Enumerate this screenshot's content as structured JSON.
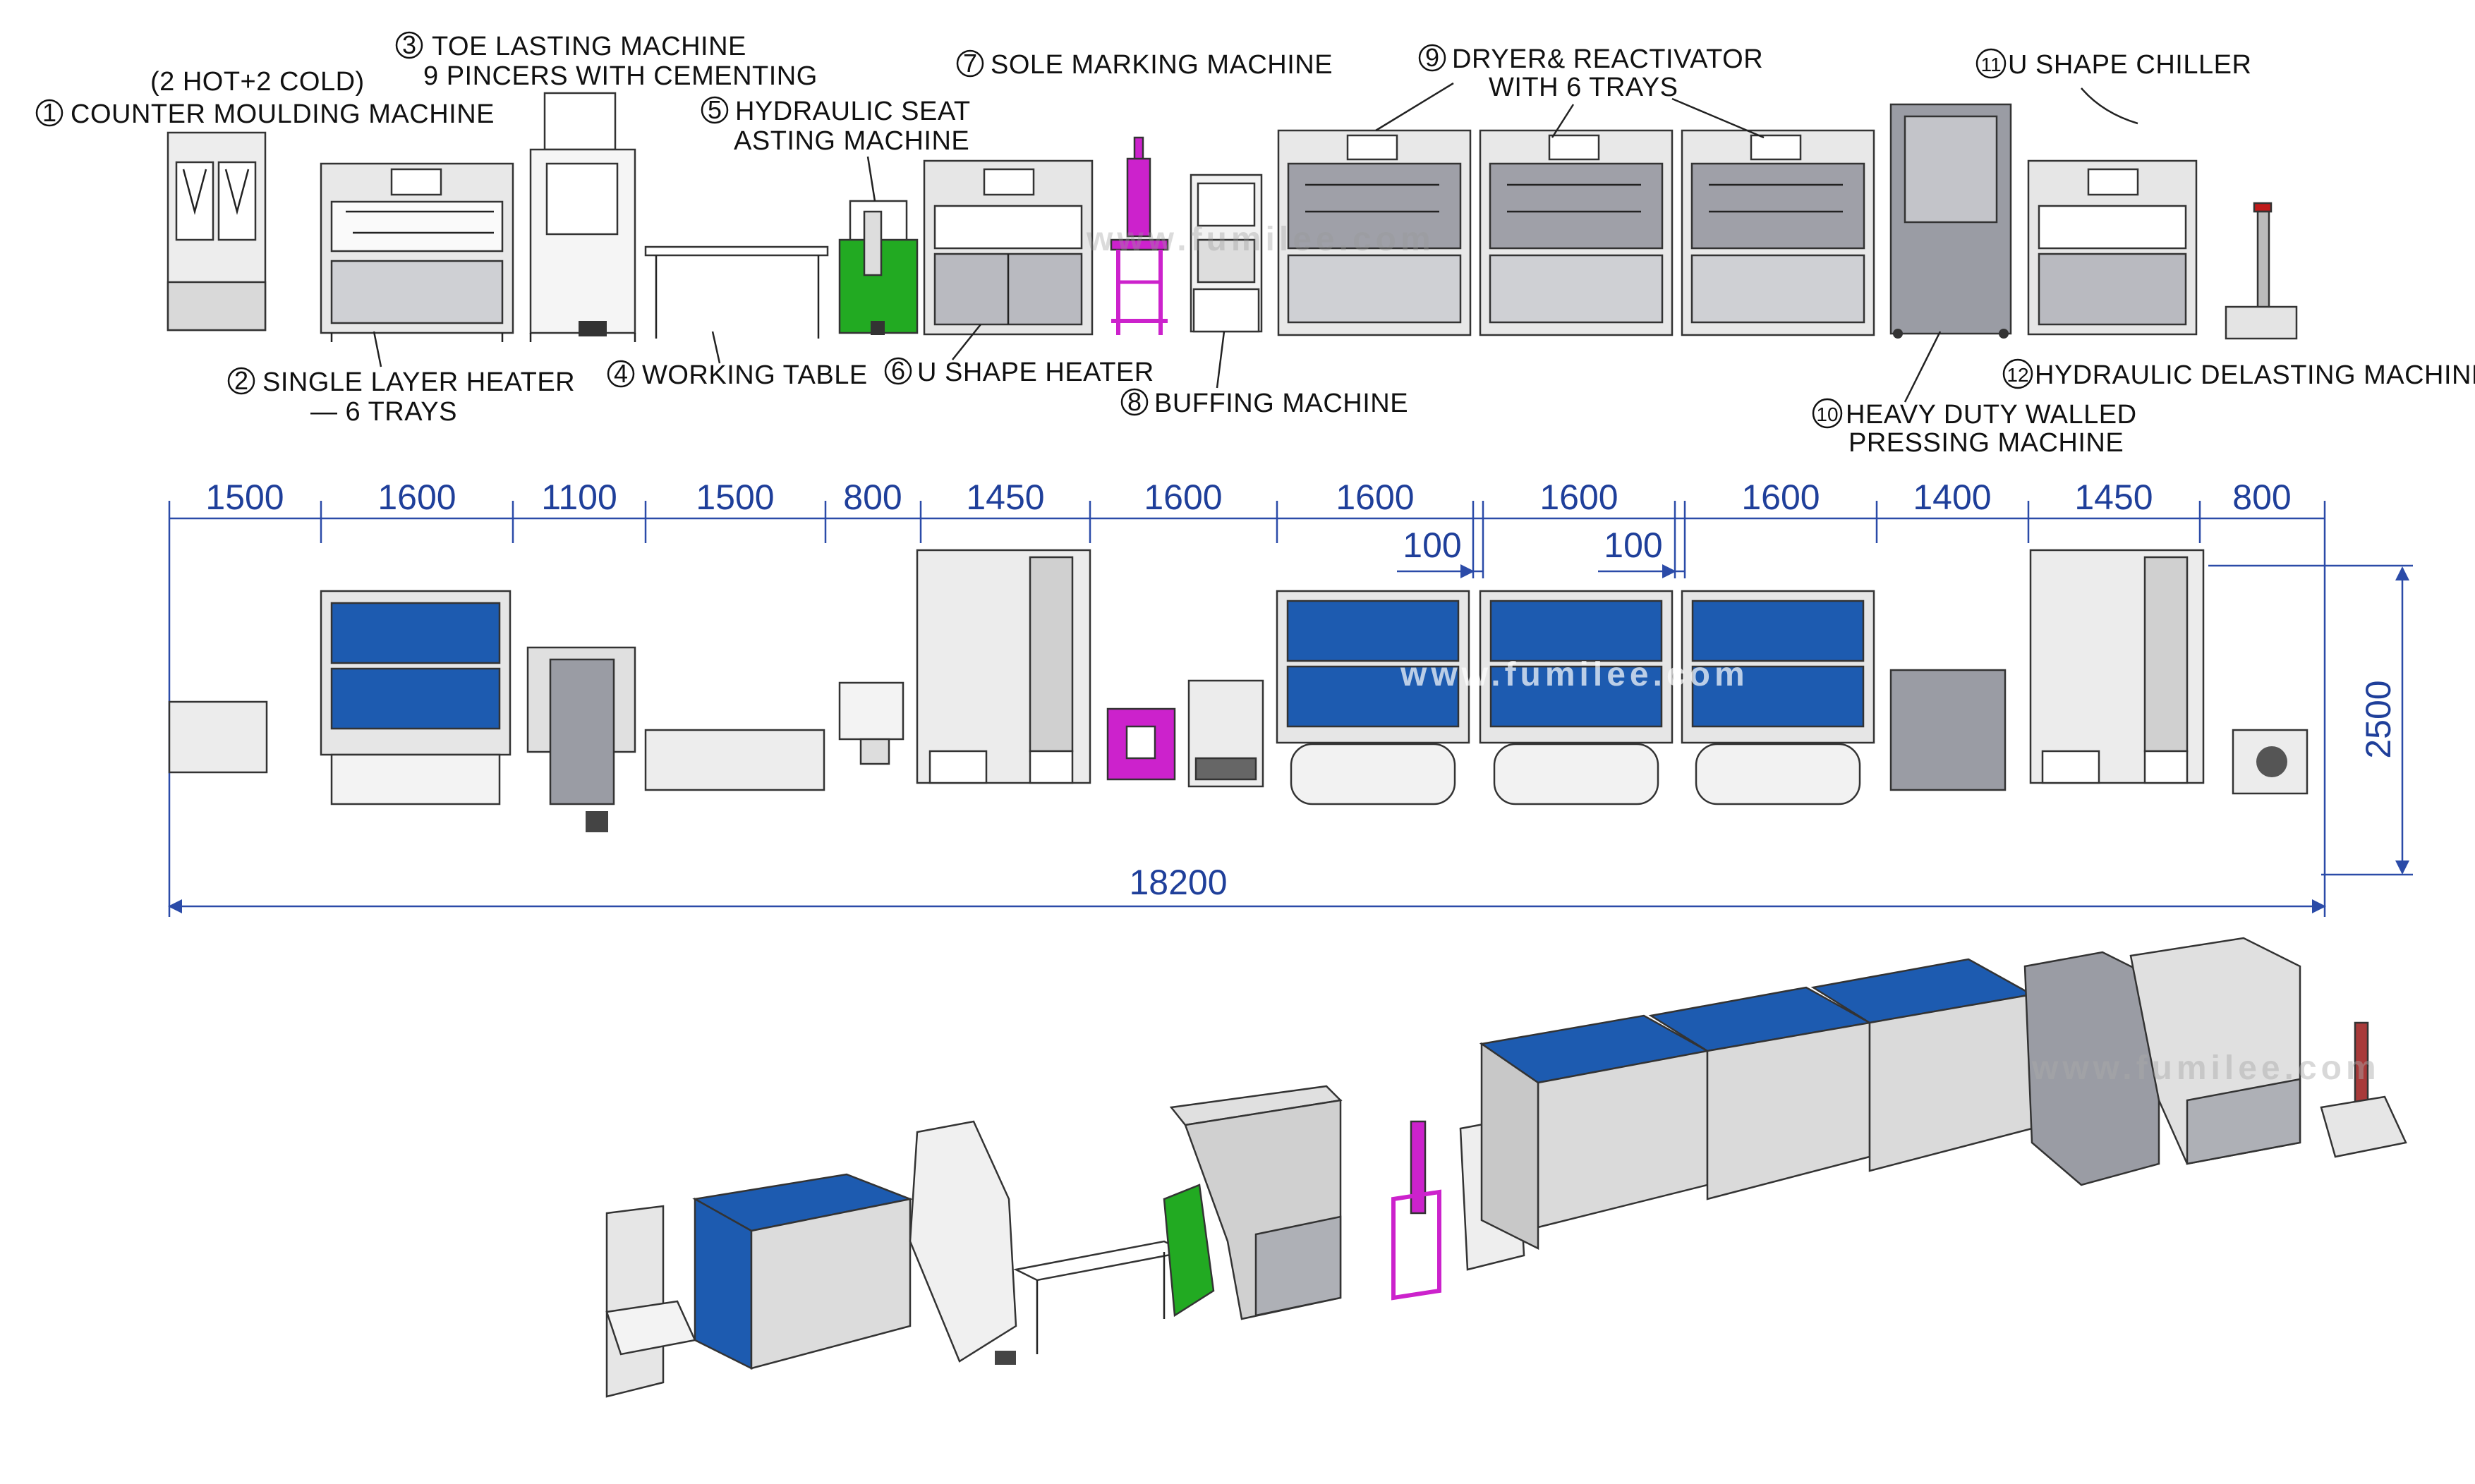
{
  "watermark": "www.fumilee.com",
  "labels": {
    "m1_line1": "(2 HOT+2 COLD)",
    "m1_line2": "COUNTER MOULDING MACHINE",
    "m1_num": "1",
    "m2_line1": "SINGLE LAYER HEATER",
    "m2_line2": "— 6 TRAYS",
    "m2_num": "2",
    "m3_line1": "TOE LASTING MACHINE",
    "m3_line2": "9 PINCERS WITH CEMENTING",
    "m3_num": "3",
    "m4": "WORKING TABLE",
    "m4_num": "4",
    "m5_line1": "HYDRAULIC SEAT",
    "m5_line2": "ASTING MACHINE",
    "m5_num": "5",
    "m6": "U SHAPE HEATER",
    "m6_num": "6",
    "m7": "SOLE MARKING MACHINE",
    "m7_num": "7",
    "m8": "BUFFING MACHINE",
    "m8_num": "8",
    "m9_line1": "DRYER& REACTIVATOR",
    "m9_line2": "WITH 6 TRAYS",
    "m9_num": "9",
    "m10_line1": "HEAVY DUTY WALLED",
    "m10_line2": "PRESSING MACHINE",
    "m10_num": "10",
    "m11": "U SHAPE CHILLER",
    "m11_num": "11",
    "m12": "HYDRAULIC DELASTING MACHINE",
    "m12_num": "12"
  },
  "dimensions": {
    "segments": [
      "1500",
      "1600",
      "1100",
      "1500",
      "800",
      "1450",
      "1600",
      "1600",
      "1600",
      "1600",
      "1400",
      "1450",
      "800"
    ],
    "gap1": "100",
    "gap2": "100",
    "total_length": "18200",
    "width": "2500"
  },
  "colors": {
    "panel_blue": "#1d5bb0",
    "machine_grey": "#e3e3e3",
    "dark_grey": "#9a9ca4",
    "green": "#22aa22",
    "magenta": "#cc22cc",
    "dimension_blue": "#2b4ba8"
  }
}
